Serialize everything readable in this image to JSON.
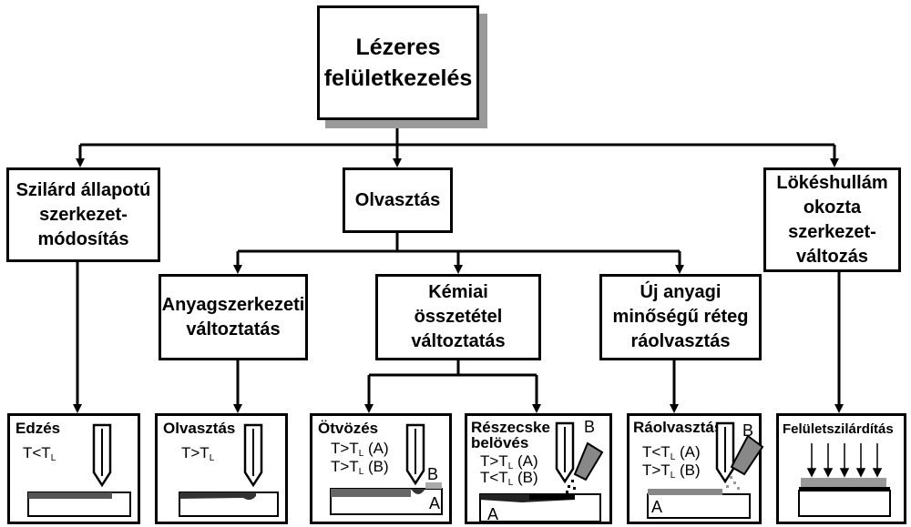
{
  "nodes": {
    "root": "Lézeres\nfelületkezelés",
    "solid": "Szilárd állapotú\nszerkezet-\nmódosítás",
    "melting": "Olvasztás",
    "shock": "Lökéshullám\nokozta\nszerkezet-\nváltozás",
    "material": "Anyagszerkezeti\nváltoztatás",
    "chemical": "Kémiai\nösszetétel\nváltoztatás",
    "newlayer": "Új anyagi\nminőségű réteg\nráolvasztás"
  },
  "panels": {
    "p1": {
      "title": "Edzés",
      "line1": "T<T",
      "line1_sub": "L"
    },
    "p2": {
      "title": "Olvasztás",
      "line1": "T>T",
      "line1_sub": "L"
    },
    "p3": {
      "title": "Ötvözés",
      "line1": "T>T",
      "line1_sub": "L",
      "line1_tail": " (A)",
      "line2": "T>T",
      "line2_sub": "L",
      "line2_tail": " (B)",
      "label_b": "B",
      "label_a": "A"
    },
    "p4": {
      "title": "Részecske\nbelövés",
      "line1": "T>T",
      "line1_sub": "L",
      "line1_tail": " (A)",
      "line2": "T<T",
      "line2_sub": "L",
      "line2_tail": " (B)",
      "label_b": "B",
      "label_a": "A"
    },
    "p5": {
      "title": "Ráolvasztás",
      "line1": "T<T",
      "line1_sub": "L",
      "line1_tail": " (A)",
      "line2": "T>T",
      "line2_sub": "L",
      "line2_tail": " (B)",
      "label_b": "B",
      "label_a": "A"
    },
    "p6": {
      "title": "Felületszilárdítás"
    }
  }
}
